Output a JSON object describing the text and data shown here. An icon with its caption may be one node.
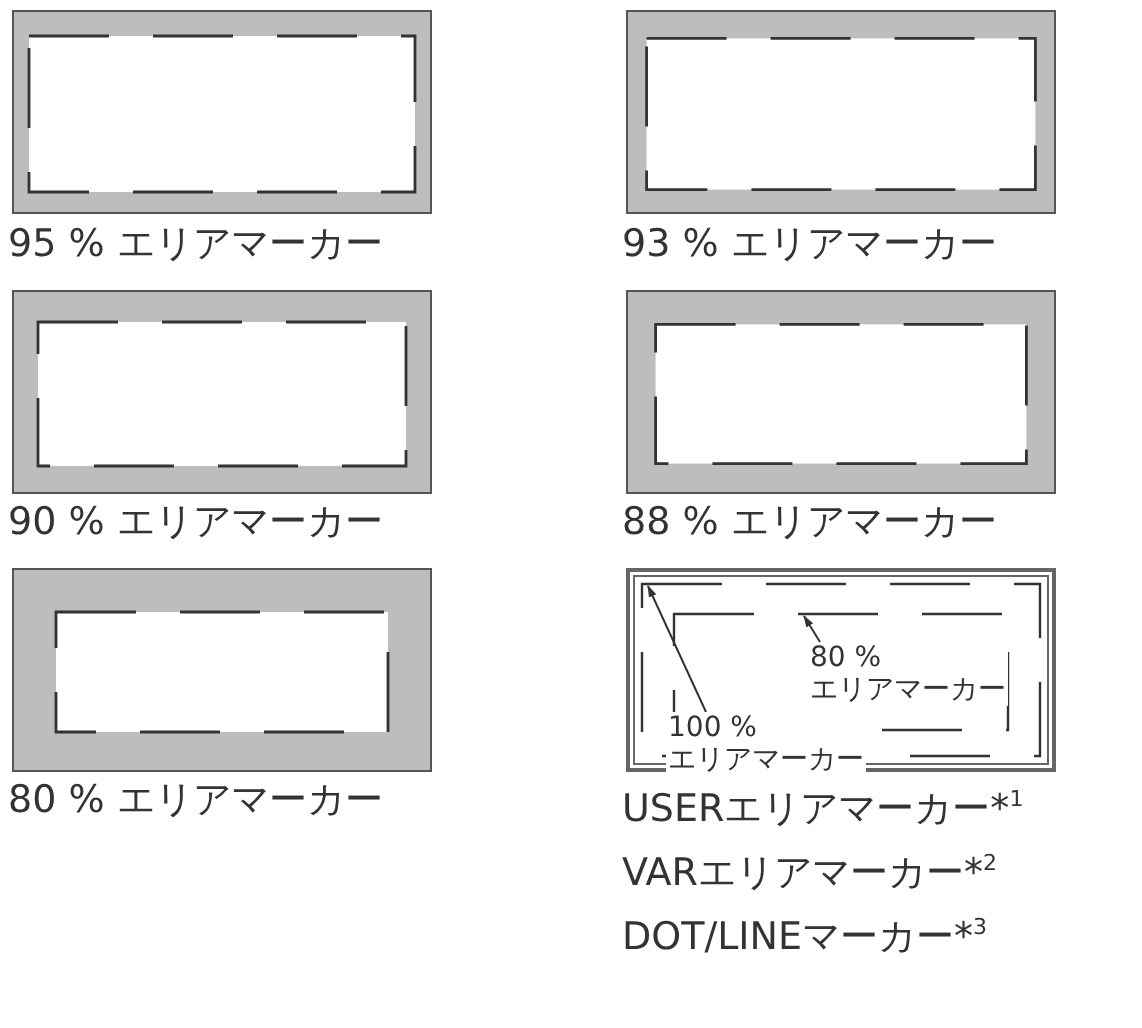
{
  "diagram": {
    "nodes": [
      {
        "text": [
          "80 % エリアマーカー"
        ]
      },
      {
        "text": [
          "100 % エリアマーカー"
        ]
      }
    ],
    "edges": [
      {
        "from": 0,
        "to": null,
        "arrow": "to"
      },
      {
        "from": 1,
        "to": null,
        "arrow": "to"
      }
    ],
    "labels": [
      "95 % エリアマーカー",
      "93 % エリアマーカー",
      "90 % エリアマーカー",
      "88 % エリアマーカー",
      "80 % エリアマーカー",
      "USERエリアマーカー*$^{1}$",
      "VARエリアマーカー*$^{2}$",
      "DOT/LINEマーカー*$^{3}$"
    ]
  }
}
